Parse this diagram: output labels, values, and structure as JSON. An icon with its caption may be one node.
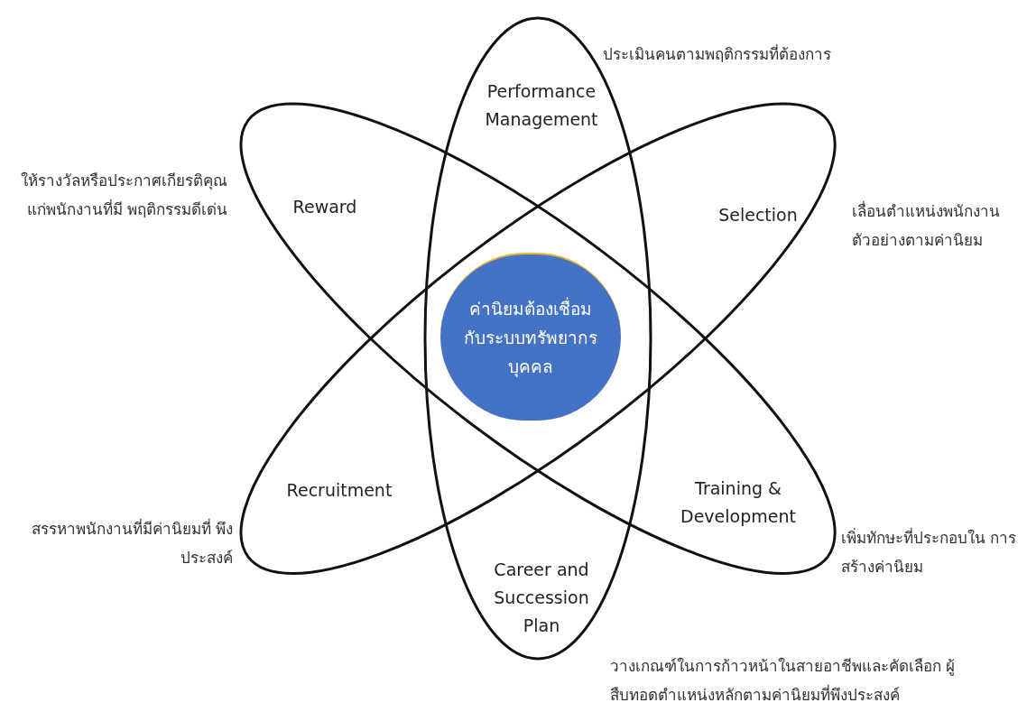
{
  "diagram": {
    "nodes": [
      {
        "text": [
          "Performance Management",
          "Career and Succession Plan"
        ],
        "beside": [
          "ประเมินคนตามพฤติกรรมที่ต้องการ",
          "วางเกณฑ์ในการก้าวหน้าในสายอาชีพและคัดเลือก ผู้สืบทอดตำแหน่งหลักตามค่านิยมที่พึงประสงค์"
        ]
      },
      {
        "text": [
          "Reward",
          "Training & Development"
        ],
        "beside": [
          "ให้รางวัลหรือประกาศเกียรติคุณ แก่พนักงานที่มี พฤติกรรมดีเด่น",
          "เพิ่มทักษะที่ประกอบใน การสร้างค่านิยม"
        ]
      },
      {
        "text": [
          "Selection",
          "Recruitment"
        ],
        "beside": [
          "เลื่อนตำแหน่งพนักงาน ตัวอย่างตามค่านิยม",
          "สรรหาพนักงานที่มีค่านิยมที่ พึงประสงค์"
        ]
      },
      {
        "text": [
          "ค่านิยมต้องเชื่อมกับระบบทรัพยากรบุคคล"
        ]
      }
    ]
  }
}
